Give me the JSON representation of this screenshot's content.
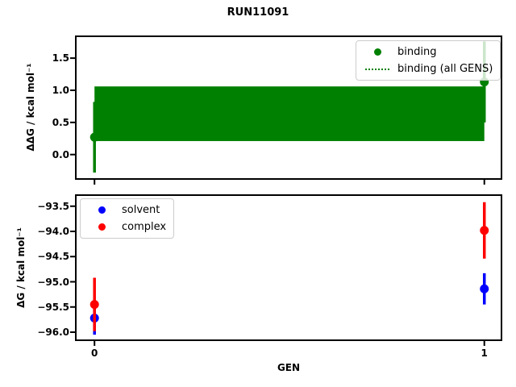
{
  "figure": {
    "title": "RUN11091"
  },
  "colors": {
    "binding": "#008000",
    "solvent": "#0000ff",
    "complex": "#ff0000",
    "axis": "#000000"
  },
  "chart_data": [
    {
      "type": "scatter",
      "subplot": "top",
      "title": "",
      "xlabel": "",
      "ylabel": "ΔΔG / kcal mol⁻¹",
      "xlim": [
        -0.048,
        1.044
      ],
      "ylim": [
        -0.38,
        1.84
      ],
      "grid": false,
      "yticks": [
        0.0,
        0.5,
        1.0,
        1.5
      ],
      "yticklabels": [
        "0.0",
        "0.5",
        "1.0",
        "1.5"
      ],
      "xticks": [
        0,
        1
      ],
      "xticklabels": [
        "",
        ""
      ],
      "legend_position": "upper right",
      "series": [
        {
          "name": "binding",
          "color": "#008000",
          "marker": "o",
          "x": [
            0,
            1
          ],
          "y": [
            0.27,
            1.13
          ],
          "yerr": [
            0.55,
            0.63
          ]
        }
      ],
      "band": {
        "name": "binding (all GENS)",
        "color": "#008000",
        "linestyle": "dotted",
        "x": [
          0,
          1
        ],
        "mean": 0.63,
        "lo": 0.21,
        "hi": 1.06
      }
    },
    {
      "type": "scatter",
      "subplot": "bottom",
      "title": "",
      "xlabel": "GEN",
      "ylabel": "ΔG / kcal mol⁻¹",
      "xlim": [
        -0.048,
        1.044
      ],
      "ylim": [
        -96.16,
        -93.28
      ],
      "grid": false,
      "yticks": [
        -93.5,
        -94.0,
        -94.5,
        -95.0,
        -95.5,
        -96.0
      ],
      "yticklabels": [
        "−93.5",
        "−94.0",
        "−94.5",
        "−95.0",
        "−95.5",
        "−96.0"
      ],
      "xticks": [
        0,
        1
      ],
      "xticklabels": [
        "0",
        "1"
      ],
      "legend_position": "upper left",
      "series": [
        {
          "name": "solvent",
          "color": "#0000ff",
          "marker": "o",
          "x": [
            0,
            1
          ],
          "y": [
            -95.72,
            -95.14
          ],
          "yerr": [
            0.33,
            0.31
          ]
        },
        {
          "name": "complex",
          "color": "#ff0000",
          "marker": "o",
          "x": [
            0,
            1
          ],
          "y": [
            -95.45,
            -93.98
          ],
          "yerr": [
            0.53,
            0.56
          ]
        }
      ]
    }
  ]
}
